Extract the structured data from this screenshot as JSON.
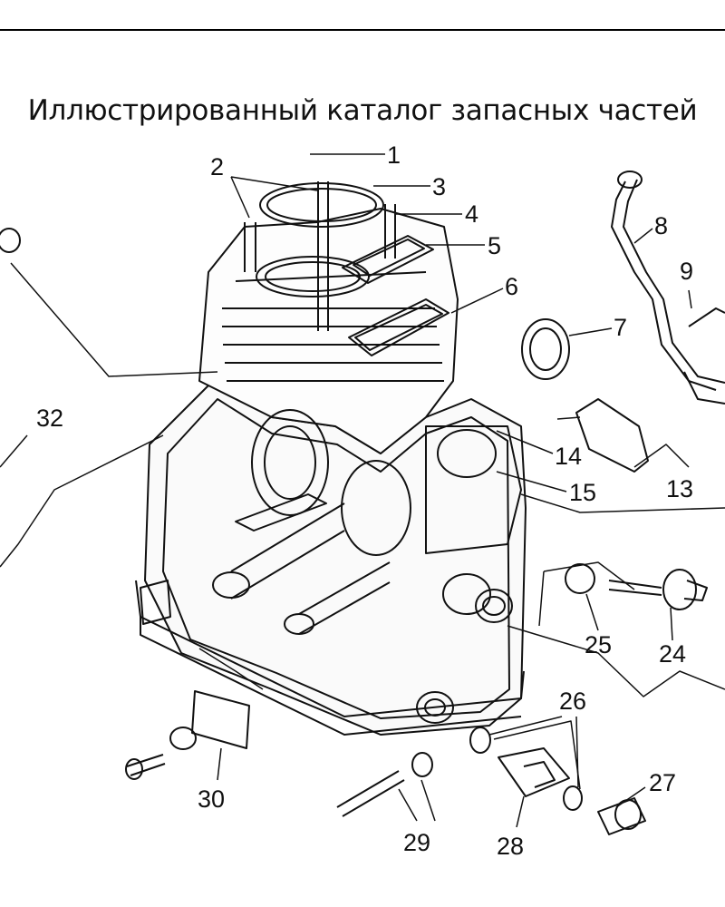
{
  "title": "Иллюстрированный каталог запасных частей",
  "callouts": [
    "1",
    "2",
    "3",
    "4",
    "5",
    "6",
    "7",
    "8",
    "9",
    "13",
    "14",
    "15",
    "24",
    "25",
    "26",
    "27",
    "28",
    "29",
    "30",
    "32"
  ]
}
